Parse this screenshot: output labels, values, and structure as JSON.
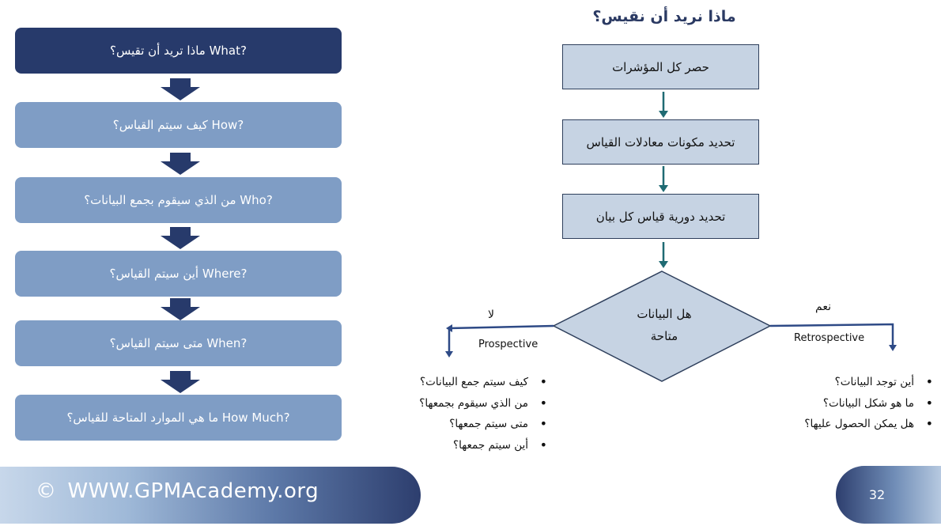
{
  "left_steps": [
    {
      "text": "ماذا تريد أن تقيس؟ What?"
    },
    {
      "text": "كيف سيتم القياس؟ How?"
    },
    {
      "text": "من الذي سيقوم بجمع البيانات؟ Who?"
    },
    {
      "text": "أين سيتم القياس؟ Where?"
    },
    {
      "text": "متى سيتم القياس؟ When?"
    },
    {
      "text": "ما هي الموارد المتاحة للقياس؟ How Much?"
    }
  ],
  "flow": {
    "title": "ماذا نريد أن نقيس؟",
    "boxes": [
      "حصر كل المؤشرات",
      "تحديد مكونات معادلات القياس",
      "تحديد دورية قياس كل بيان"
    ],
    "decision_line1": "هل البيانات",
    "decision_line2": "متاحة",
    "no_label": "لا",
    "yes_label": "نعم",
    "no_branch": "Prospective",
    "yes_branch": "Retrospective",
    "prospective_items": [
      "كيف سيتم جمع البيانات؟",
      "من الذي سيقوم بجمعها؟",
      "متى سيتم جمعها؟",
      "أين سيتم جمعها؟"
    ],
    "retrospective_items": [
      "أين توجد البيانات؟",
      "ما هو شكل البيانات؟",
      "هل يمكن الحصول عليها؟"
    ]
  },
  "footer": {
    "copyright": "©",
    "url": "WWW.GPMAcademy.org",
    "page": "32"
  },
  "colors": {
    "dark_box": "#273a6b",
    "light_box": "#7f9dc5",
    "flow_box": "#c6d3e3",
    "connector": "#1f6b73"
  }
}
